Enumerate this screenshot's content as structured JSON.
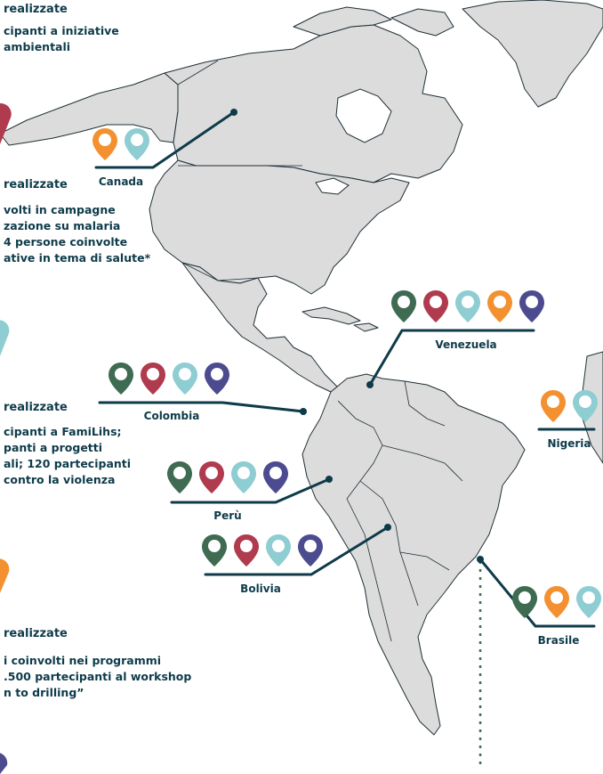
{
  "colors": {
    "land": "#dcdcdc",
    "border": "#1f2f36",
    "navy": "#0e3b4a",
    "green": "#3e6b52",
    "red": "#b03a4e",
    "lightblue": "#8ecdd2",
    "orange": "#f39130",
    "purple": "#4d4b8f",
    "dotted": "#3e6b52"
  },
  "left_panel": [
    {
      "heading": "realizzate",
      "lines": [
        "cipanti a iniziative",
        "ambientali"
      ]
    },
    {
      "heading": "realizzate",
      "lines": [
        "volti in campagne",
        "zazione su malaria",
        "4 persone coinvolte",
        "ative in tema di salute*"
      ]
    },
    {
      "heading": "realizzate",
      "lines": [
        "cipanti a FamiLihs;",
        "panti a progetti",
        "ali; 120 partecipanti",
        "contro la violenza"
      ]
    },
    {
      "heading": "realizzate",
      "lines": [
        "i coinvolti nei programmi",
        ".500 partecipanti al workshop",
        "n to drilling”"
      ]
    }
  ],
  "countries": {
    "canada": {
      "label": "Canada",
      "pins": [
        "orange-pin-icon",
        "lightblue-pin-icon"
      ]
    },
    "venezuela": {
      "label": "Venezuela",
      "pins": [
        "green-pin-icon",
        "red-pin-icon",
        "lightblue-pin-icon",
        "orange-pin-icon",
        "purple-pin-icon"
      ]
    },
    "colombia": {
      "label": "Colombia",
      "pins": [
        "green-pin-icon",
        "red-pin-icon",
        "lightblue-pin-icon",
        "purple-pin-icon"
      ]
    },
    "nigeria": {
      "label": "Nigeria",
      "pins": [
        "orange-pin-icon",
        "lightblue-pin-icon"
      ]
    },
    "peru": {
      "label": "Perù",
      "pins": [
        "green-pin-icon",
        "red-pin-icon",
        "lightblue-pin-icon",
        "purple-pin-icon"
      ]
    },
    "bolivia": {
      "label": "Bolivia",
      "pins": [
        "green-pin-icon",
        "red-pin-icon",
        "lightblue-pin-icon",
        "purple-pin-icon"
      ]
    },
    "brasile": {
      "label": "Brasile",
      "pins": [
        "green-pin-icon",
        "orange-pin-icon",
        "lightblue-pin-icon"
      ]
    }
  }
}
